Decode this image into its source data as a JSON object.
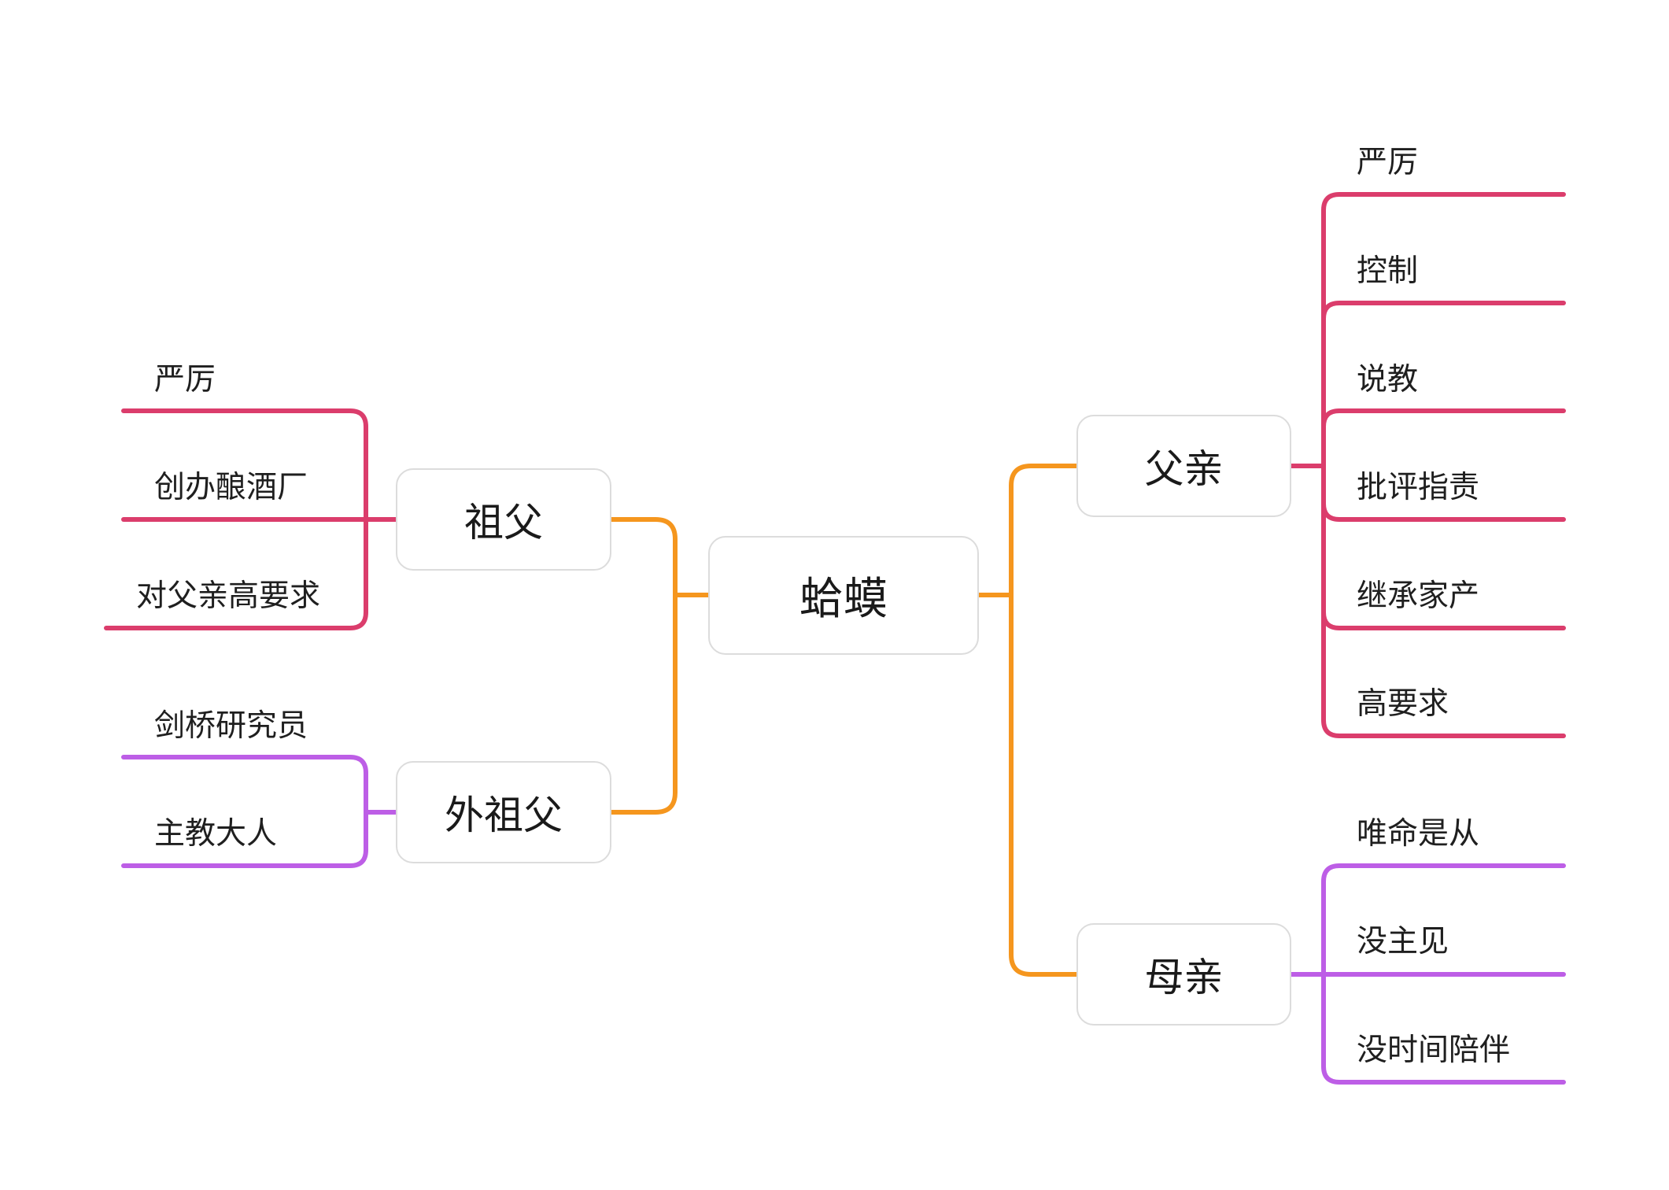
{
  "colors": {
    "trunk": "#F5961E",
    "red_branch": "#DB3D6C",
    "purple_branch": "#BD5EE6",
    "node_border": "#DCDCDC",
    "text": "#1A1A1A"
  },
  "mindmap": {
    "root": "蛤蟆",
    "left": {
      "grandfather": {
        "label": "祖父",
        "children": [
          "严厉",
          "创办酿酒厂",
          "对父亲高要求"
        ]
      },
      "maternal_grandfather": {
        "label": "外祖父",
        "children": [
          "剑桥研究员",
          "主教大人"
        ]
      }
    },
    "right": {
      "father": {
        "label": "父亲",
        "children": [
          "严厉",
          "控制",
          "说教",
          "批评指责",
          "继承家产",
          "高要求"
        ]
      },
      "mother": {
        "label": "母亲",
        "children": [
          "唯命是从",
          "没主见",
          "没时间陪伴"
        ]
      }
    }
  }
}
